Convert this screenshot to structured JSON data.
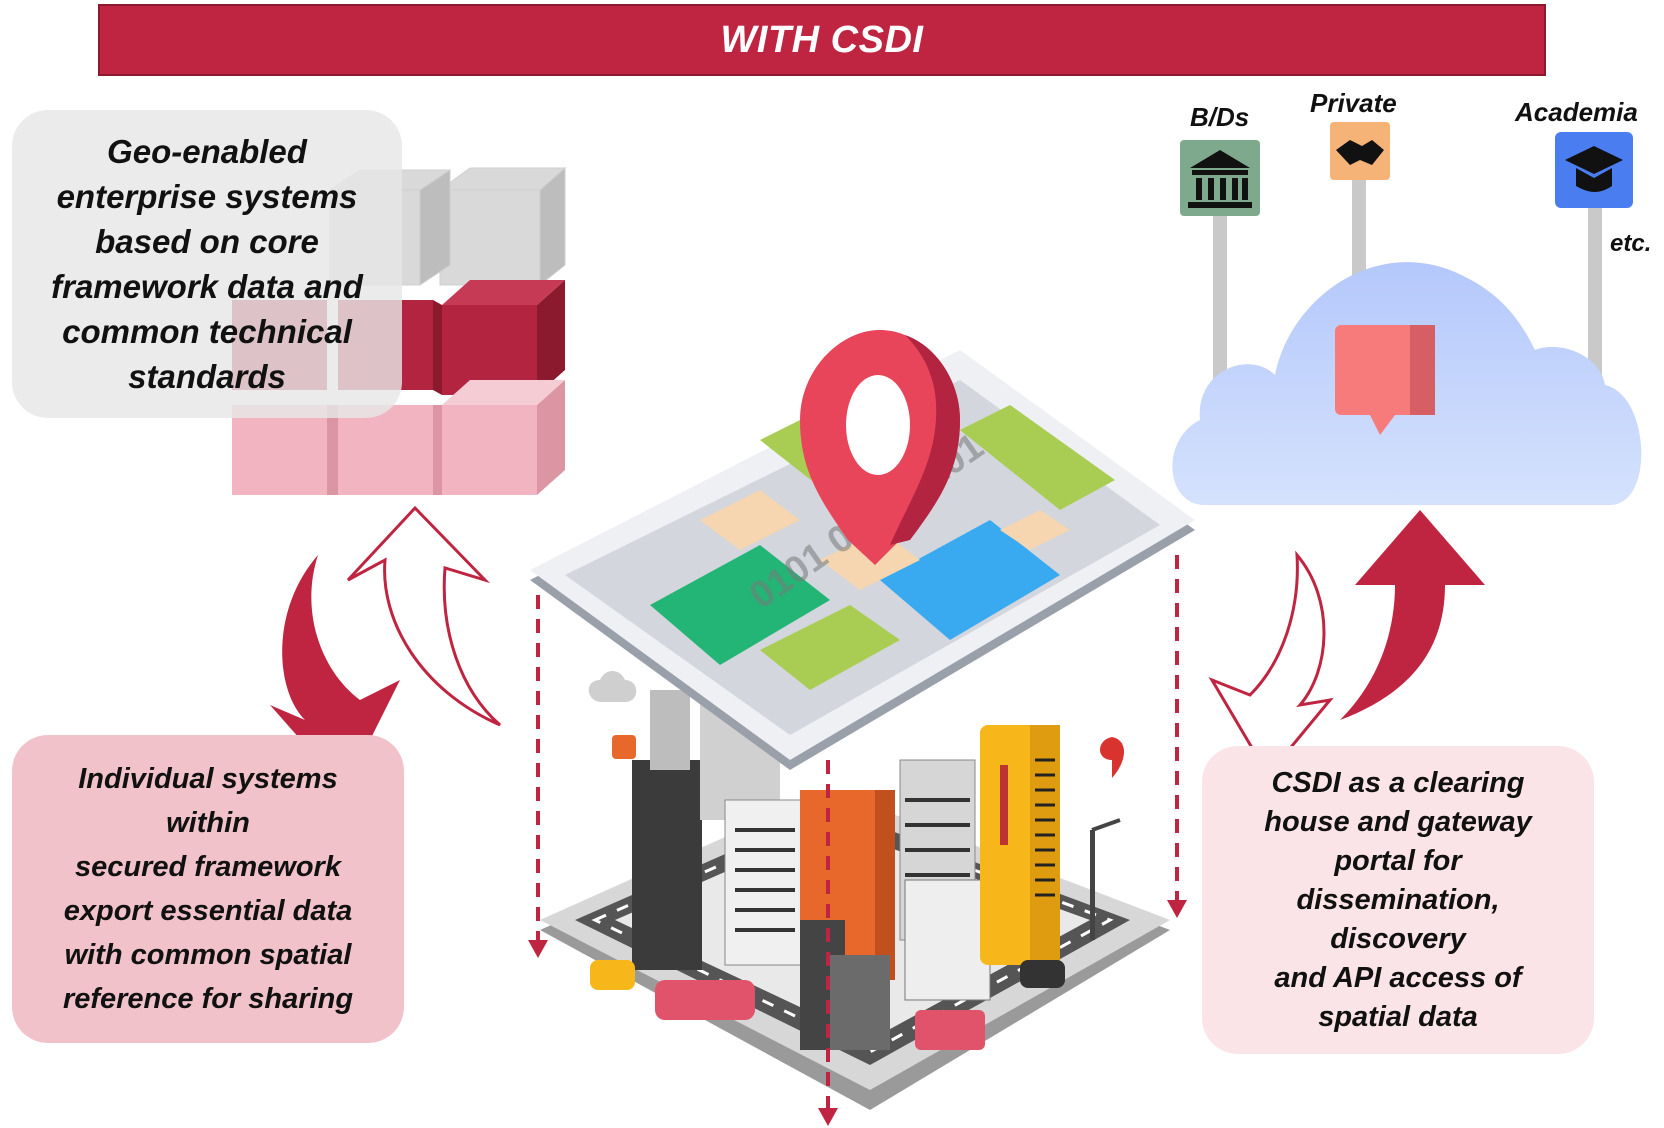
{
  "banner": {
    "title": "WITH CSDI"
  },
  "boxes": {
    "top_left": [
      "Geo-enabled",
      "enterprise systems",
      "based on core",
      "framework data and",
      "common technical",
      "standards"
    ],
    "bottom_left": [
      "Individual systems",
      "within",
      "secured framework",
      "export essential data",
      "with common spatial",
      "reference for sharing"
    ],
    "right": [
      "CSDI as a clearing",
      "house and gateway",
      "portal for",
      "dissemination,",
      "discovery",
      "and API access of",
      "spatial data"
    ]
  },
  "sources": {
    "bds": "B/Ds",
    "private": "Private",
    "academia": "Academia",
    "etc": "etc."
  },
  "map_overlay_text": "0101 0101 0101",
  "colors": {
    "banner": "#bf2541",
    "crimson_arrow": "#bf2541",
    "cube_dark": "#b32440",
    "cube_light": "#f1b4c0",
    "cube_grey": "#d9d9d9",
    "cloud": "#c6d6fb",
    "box_left_bottom": "#f1c2ca",
    "box_right": "#fbe4e7"
  },
  "icons": [
    "government-building-icon",
    "handshake-icon",
    "graduation-cap-icon",
    "cloud-icon",
    "location-pin-icon",
    "city-illustration"
  ]
}
